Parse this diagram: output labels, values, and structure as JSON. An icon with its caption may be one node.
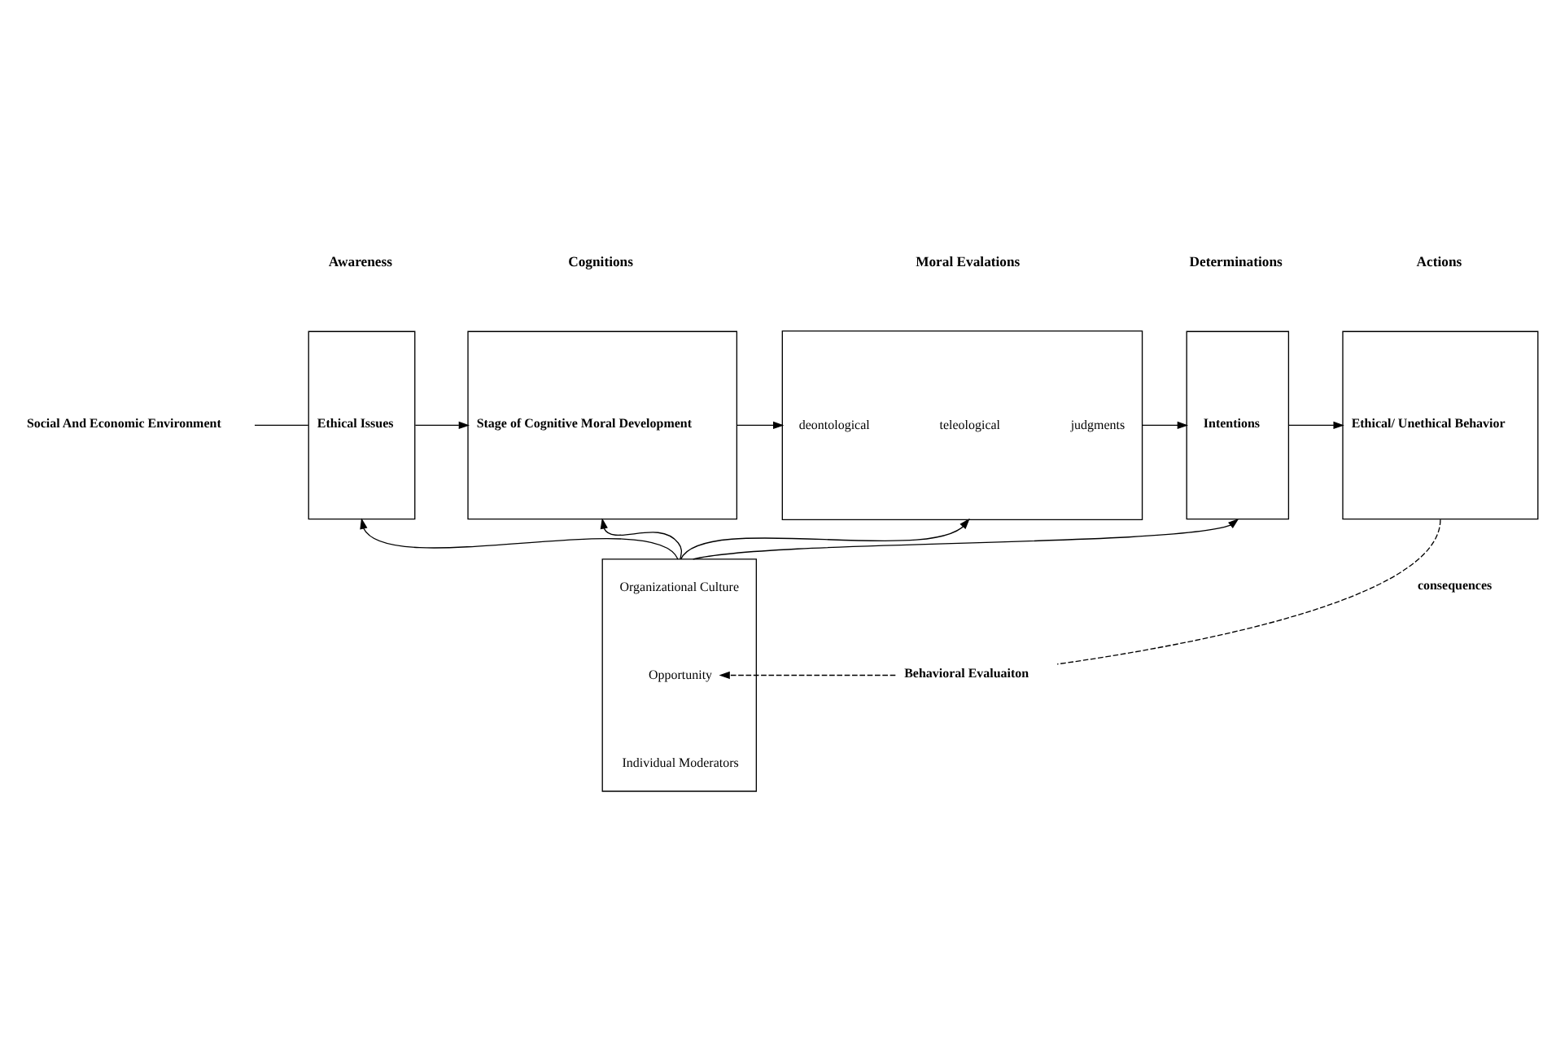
{
  "diagram": {
    "nodes": [
      {
        "text": [
          "Social And Economic Environment"
        ]
      },
      {
        "text": [
          "Ethical Issues"
        ]
      },
      {
        "text": [
          "Stage of Cognitive Moral Development"
        ]
      },
      {
        "text": [],
        "shape": "box"
      },
      {
        "text": [
          "deontological"
        ],
        "in": 3
      },
      {
        "text": [
          "teleological"
        ],
        "in": 3
      },
      {
        "text": [
          "judgments"
        ],
        "in": 3
      },
      {
        "text": [
          "Intentions"
        ]
      },
      {
        "text": [
          "Ethical/ Unethical Behavior"
        ]
      },
      {
        "text": [],
        "shape": "box"
      },
      {
        "text": [
          "Organizational Culture"
        ],
        "in": 9
      },
      {
        "text": [
          "Opportunity"
        ],
        "in": 9
      },
      {
        "text": [
          "Individual Moderators"
        ],
        "in": 9
      },
      {
        "text": [
          "Behavioral Evaluaiton"
        ]
      }
    ],
    "edges": [
      {
        "from": 0,
        "to": 1,
        "arrow": "none"
      },
      {
        "from": 1,
        "to": 2,
        "arrow": "to"
      },
      {
        "from": 2,
        "to": 3,
        "arrow": "to"
      },
      {
        "from": 3,
        "to": 7,
        "arrow": "to"
      },
      {
        "from": 7,
        "to": 8,
        "arrow": "to"
      },
      {
        "from": 9,
        "to": 1,
        "arrow": "to"
      },
      {
        "from": 9,
        "to": 2,
        "arrow": "to"
      },
      {
        "from": 9,
        "to": 3,
        "arrow": "to"
      },
      {
        "from": 9,
        "to": 7,
        "arrow": "to"
      },
      {
        "from": 8,
        "to": 13,
        "arrow": "none",
        "label": "consequences",
        "style": "dashed"
      },
      {
        "from": 13,
        "to": 11,
        "arrow": "to",
        "style": "dashed"
      }
    ],
    "labels": [
      "Awareness",
      "Cognitions",
      "Moral Evalations",
      "Determinations",
      "Actions"
    ]
  }
}
